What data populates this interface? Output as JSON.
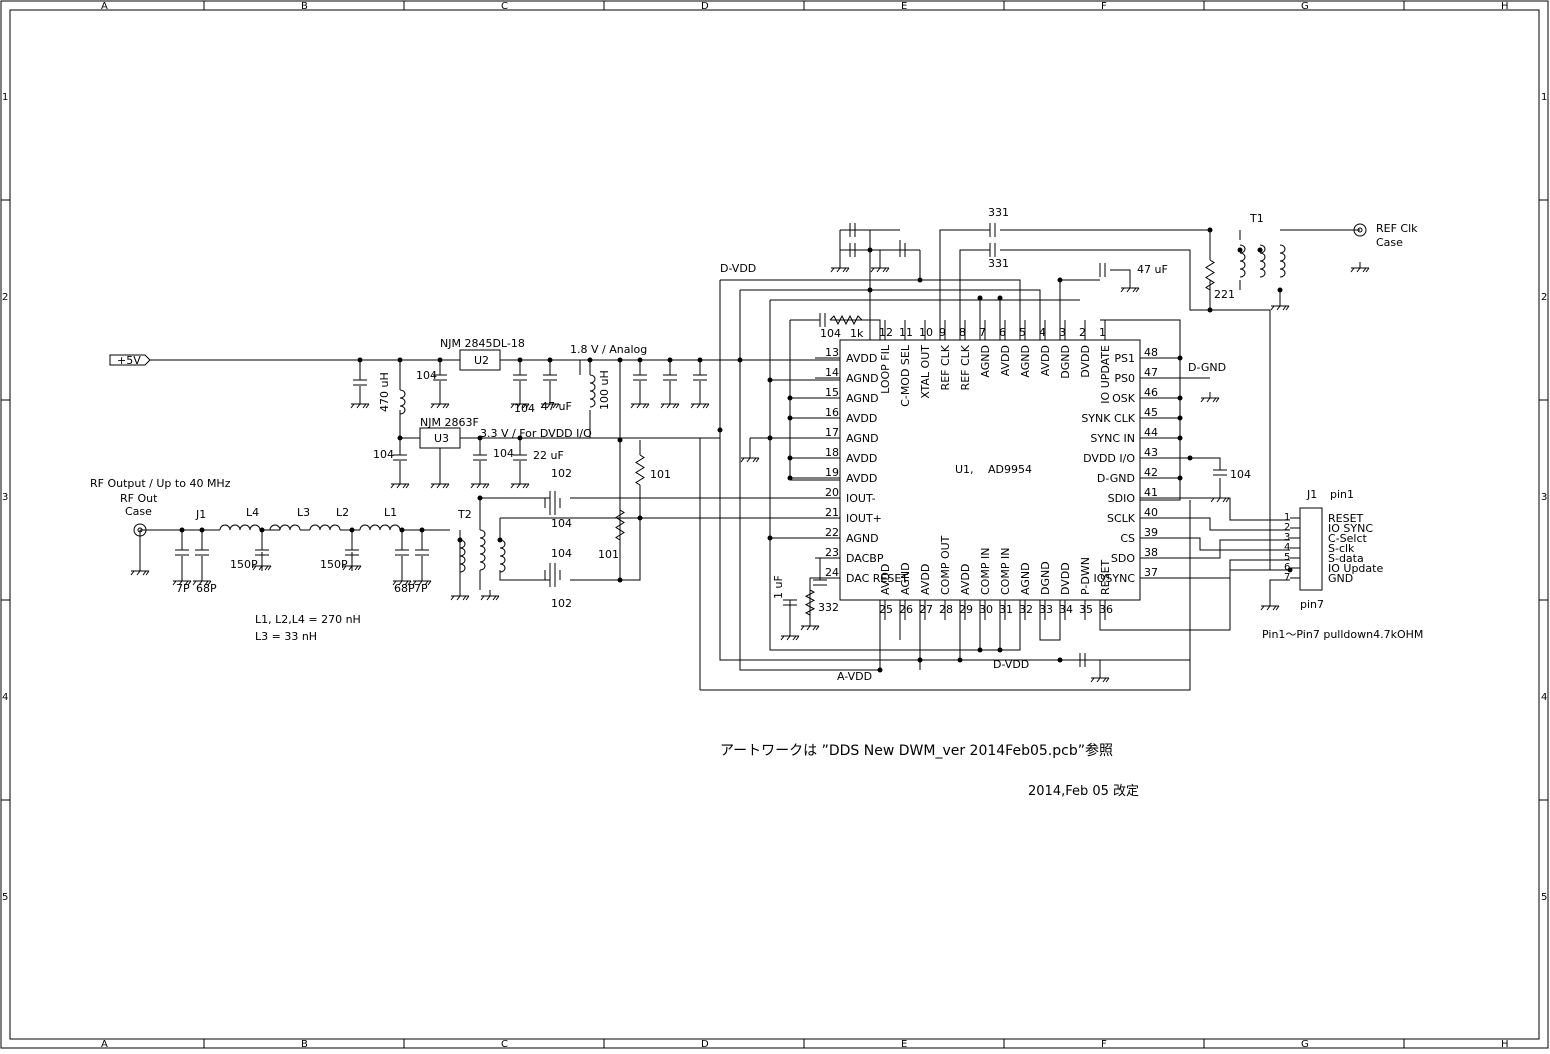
{
  "frame": {
    "columns": [
      "A",
      "B",
      "C",
      "D",
      "E",
      "F",
      "G",
      "H"
    ],
    "rows": [
      "1",
      "2",
      "3",
      "4",
      "5"
    ]
  },
  "power": {
    "input_label": "+5V",
    "u2_part": "NJM 2845DL-18",
    "u2_ref": "U2",
    "u3_part": "NJM 2863F",
    "u3_ref": "U3",
    "analog_rail": "1.8 V / Analog",
    "dvdd_rail": "3.3 V / For DVDD I/O",
    "d_vdd": "D-VDD",
    "a_vdd": "A-VDD",
    "d_vdd_bottom": "D-VDD",
    "d_gnd": "D-GND",
    "inductor_470": "470 uH",
    "inductor_100": "100 uH",
    "c_104_a": "104",
    "c_104_b": "104",
    "c_104_c": "104",
    "c_104_d": "104",
    "c_47uf": "47 uF",
    "c_22uf": "22 uF",
    "c_47uf_top": "47 uF"
  },
  "ic": {
    "ref": "U1,",
    "part": "AD9954",
    "left_pins": [
      {
        "num": "13",
        "name": "AVDD"
      },
      {
        "num": "14",
        "name": "AGND"
      },
      {
        "num": "15",
        "name": "AGND"
      },
      {
        "num": "16",
        "name": "AVDD"
      },
      {
        "num": "17",
        "name": "AGND"
      },
      {
        "num": "18",
        "name": "AVDD"
      },
      {
        "num": "19",
        "name": "AVDD"
      },
      {
        "num": "20",
        "name": "IOUT-"
      },
      {
        "num": "21",
        "name": "IOUT+"
      },
      {
        "num": "22",
        "name": "AGND"
      },
      {
        "num": "23",
        "name": "DACBP"
      },
      {
        "num": "24",
        "name": "DAC RESET"
      }
    ],
    "top_pins": [
      {
        "num": "12",
        "name": "LOOP FIL"
      },
      {
        "num": "11",
        "name": "C-MOD SEL"
      },
      {
        "num": "10",
        "name": "XTAL OUT"
      },
      {
        "num": "9",
        "name": "REF CLK"
      },
      {
        "num": "8",
        "name": "REF CLK"
      },
      {
        "num": "7",
        "name": "AGND"
      },
      {
        "num": "6",
        "name": "AVDD"
      },
      {
        "num": "5",
        "name": "AGND"
      },
      {
        "num": "4",
        "name": "AVDD"
      },
      {
        "num": "3",
        "name": "DGND"
      },
      {
        "num": "2",
        "name": "DVDD"
      },
      {
        "num": "1",
        "name": "IO UPDATE"
      }
    ],
    "right_pins": [
      {
        "num": "48",
        "name": "PS1"
      },
      {
        "num": "47",
        "name": "PS0"
      },
      {
        "num": "46",
        "name": "OSK"
      },
      {
        "num": "45",
        "name": "SYNK CLK"
      },
      {
        "num": "44",
        "name": "SYNC IN"
      },
      {
        "num": "43",
        "name": "DVDD I/O"
      },
      {
        "num": "42",
        "name": "D-GND"
      },
      {
        "num": "41",
        "name": "SDIO"
      },
      {
        "num": "40",
        "name": "SCLK"
      },
      {
        "num": "39",
        "name": "CS"
      },
      {
        "num": "38",
        "name": "SDO"
      },
      {
        "num": "37",
        "name": "IOSYNC"
      }
    ],
    "bottom_pins": [
      {
        "num": "25",
        "name": "AVDD"
      },
      {
        "num": "26",
        "name": "AGND"
      },
      {
        "num": "27",
        "name": "AVDD"
      },
      {
        "num": "28",
        "name": "COMP OUT"
      },
      {
        "num": "29",
        "name": "AVDD"
      },
      {
        "num": "30",
        "name": "COMP IN"
      },
      {
        "num": "31",
        "name": "COMP IN"
      },
      {
        "num": "32",
        "name": "AGND"
      },
      {
        "num": "33",
        "name": "DGND"
      },
      {
        "num": "34",
        "name": "DVDD"
      },
      {
        "num": "35",
        "name": "P-DWN"
      },
      {
        "num": "36",
        "name": "RESET"
      }
    ]
  },
  "loop": {
    "c": "104",
    "r": "1k"
  },
  "refclk": {
    "c_top": "331",
    "c_bottom": "331",
    "t_ref": "T1",
    "r": "221",
    "conn_label": "REF Clk",
    "conn_case": "Case"
  },
  "output": {
    "title": "RF Output / Up to 40 MHz",
    "conn": "RF Out",
    "case": "Case",
    "jack": "J1",
    "l4": "L4",
    "l3": "L3",
    "l2": "L2",
    "l1": "L1",
    "c_7p_a": "7P",
    "c_68p_a": "68P",
    "c_150p_a": "150P",
    "c_150p_b": "150P",
    "c_68p_b": "68P",
    "c_7p_b": "7P",
    "t2": "T2",
    "c102_top": "102",
    "c104_top": "104",
    "c104_bot": "104",
    "c102_bot": "102",
    "r101_a": "101",
    "r101_b": "101",
    "note1": "L1, L2,L4 = 270 nH",
    "note2": "L3 = 33 nH"
  },
  "dac": {
    "c_1uf": "1 uF",
    "r_332": "332"
  },
  "header": {
    "ref": "J1",
    "pin1": "pin1",
    "pin7": "pin7",
    "signals": [
      "RESET",
      "IO SYNC",
      "C-Selct",
      "S-clk",
      "S-data",
      "IO Update",
      "GND"
    ],
    "nums": [
      "1",
      "2",
      "3",
      "4",
      "5",
      "6",
      "7"
    ],
    "note": "Pin1～Pin7 pulldown4.7kOHM"
  },
  "c_104_dvddio": "104",
  "notes": {
    "artwork": "アートワークは ”DDS New DWM_ver 2014Feb05.pcb”参照",
    "revision": "2014,Feb 05 改定"
  }
}
